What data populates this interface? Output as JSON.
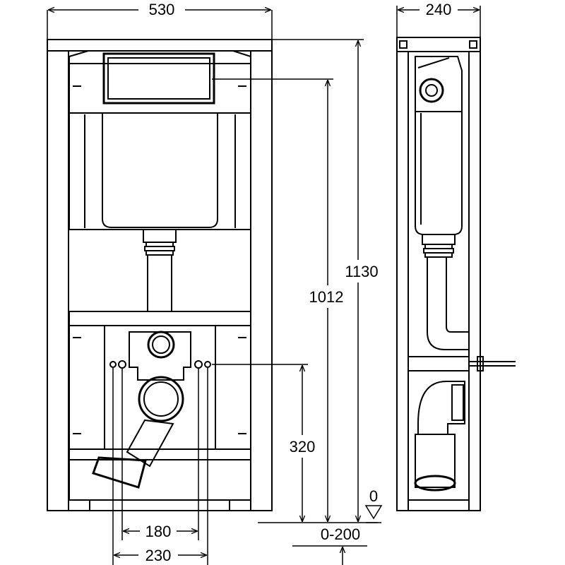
{
  "dimensions": {
    "frame_width": "530",
    "frame_depth": "240",
    "total_height": "1130",
    "flush_height": "1012",
    "drain_height": "320",
    "bolt_spacing_inner": "180",
    "bolt_spacing_outer": "230",
    "floor_level": "0",
    "adjustment_range": "0-200"
  },
  "colors": {
    "line": "#000000",
    "background": "#ffffff"
  }
}
